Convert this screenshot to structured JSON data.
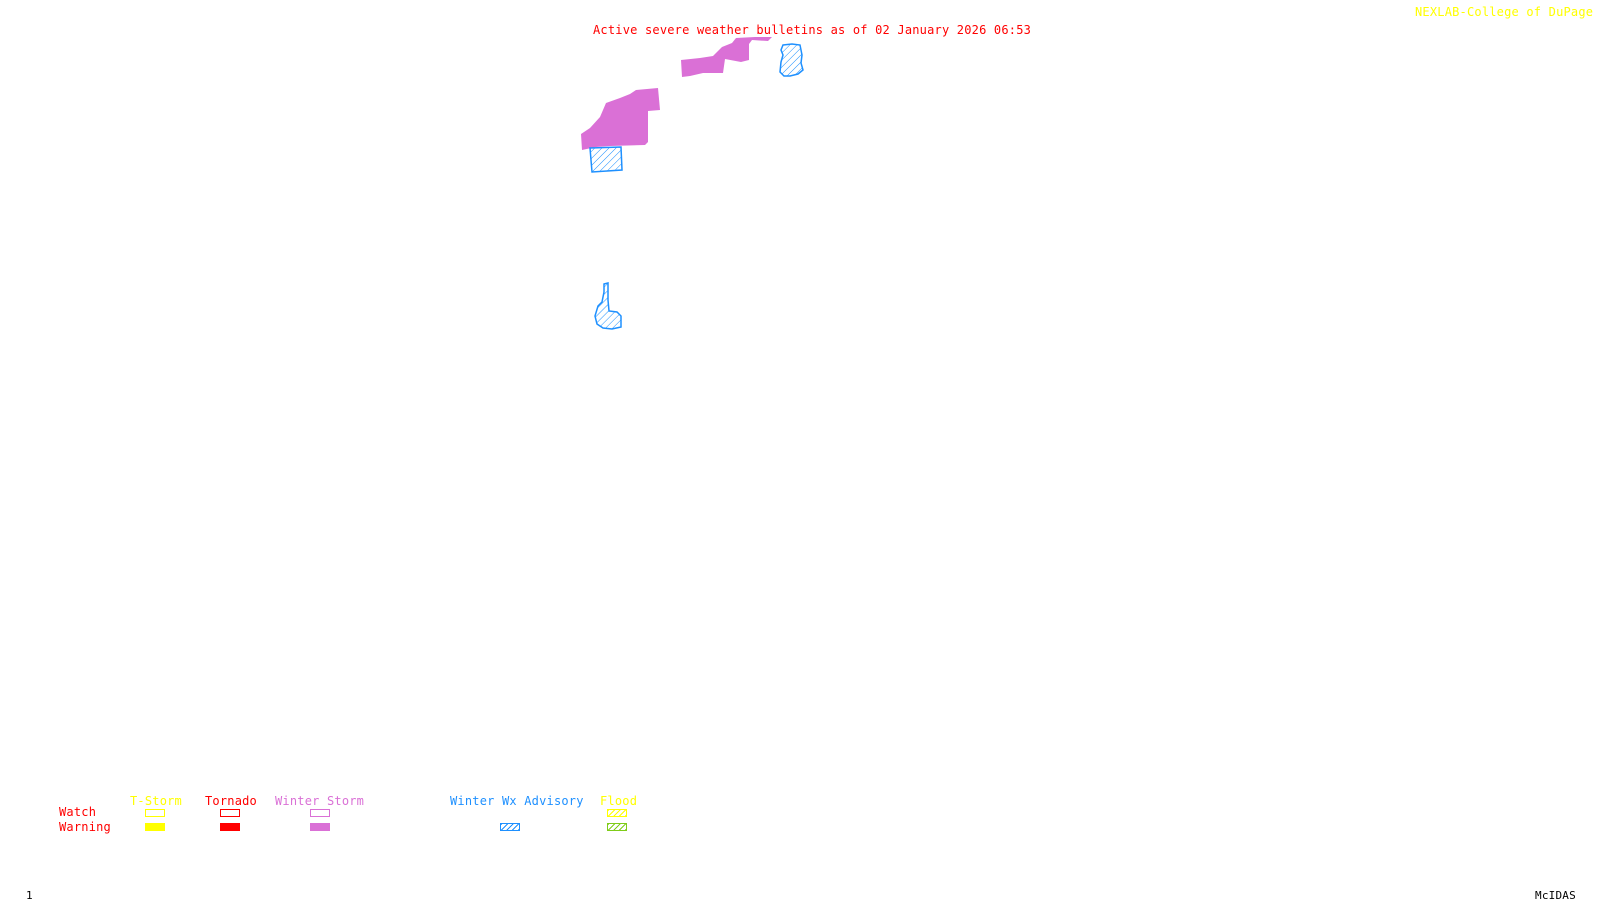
{
  "header": {
    "title": "Active severe weather bulletins as of 02 January 2026 06:53",
    "source": "NEXLAB-College of DuPage",
    "source_icon": "cursor-arrow-icon"
  },
  "footer": {
    "frame_number": "1",
    "software": "McIDAS"
  },
  "colors": {
    "title": "#ff0000",
    "source": "#ffff00",
    "tstorm": "#ffff00",
    "tornado": "#ff0000",
    "winter_storm": "#da70d6",
    "winter_wx_advisory": "#1e90ff",
    "flood_watch": "#ffff00",
    "flood_warning": "#7fcc19"
  },
  "legend": {
    "row_labels": {
      "watch": "Watch",
      "warning": "Warning"
    },
    "columns": [
      {
        "key": "tstorm",
        "label": "T-Storm",
        "watch": "outline",
        "warning": "filled"
      },
      {
        "key": "tornado",
        "label": "Tornado",
        "watch": "outline",
        "warning": "filled"
      },
      {
        "key": "winter_storm",
        "label": "Winter Storm",
        "watch": "outline",
        "warning": "filled"
      },
      {
        "key": "winter_wx_advisory",
        "label": "Winter Wx Advisory",
        "watch": "none",
        "warning": "hatched"
      },
      {
        "key": "flood",
        "label": "Flood",
        "watch": "hatched",
        "warning": "hatched"
      }
    ]
  },
  "bulletins": [
    {
      "type": "winter_storm",
      "category": "warning",
      "region": "north-upper"
    },
    {
      "type": "winter_storm",
      "category": "warning",
      "region": "north-lower"
    },
    {
      "type": "winter_wx_advisory",
      "category": "advisory",
      "region": "north-east"
    },
    {
      "type": "winter_wx_advisory",
      "category": "advisory",
      "region": "north-box"
    },
    {
      "type": "winter_wx_advisory",
      "category": "advisory",
      "region": "central"
    }
  ]
}
